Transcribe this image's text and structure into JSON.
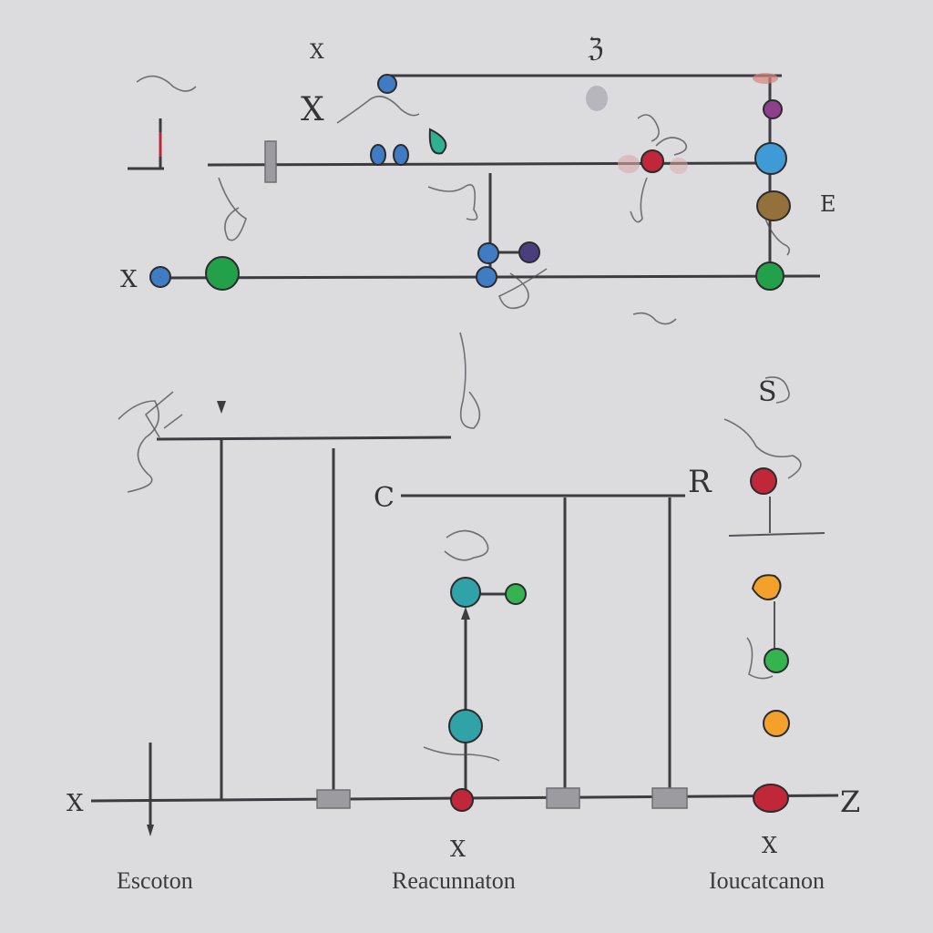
{
  "labels": {
    "top_glyph": "ℨ",
    "right_r": "R",
    "right_e": "E",
    "c_left": "C",
    "r_mid": "R",
    "z_right": "Z",
    "x_top": "X",
    "x_left": "X",
    "x_axis_left": "X",
    "x_bottom_mid": "X",
    "x_bottom_right": "X",
    "s_curve": "S",
    "bottom_left": "Escoton",
    "bottom_mid": "Reacunnaton",
    "bottom_right": "Ioucatcanon"
  },
  "colors": {
    "blue": "#3f7cc4",
    "green": "#22a04a",
    "teal": "#2fa3a8",
    "purple": "#4a3f7c",
    "red": "#c0283a",
    "orange": "#f3a12a",
    "brown": "#94703a",
    "violet": "#8e3f8c",
    "light_green": "#35b34f"
  },
  "icons": [
    "node-circle",
    "junction-block",
    "down-arrow",
    "up-arrow"
  ]
}
